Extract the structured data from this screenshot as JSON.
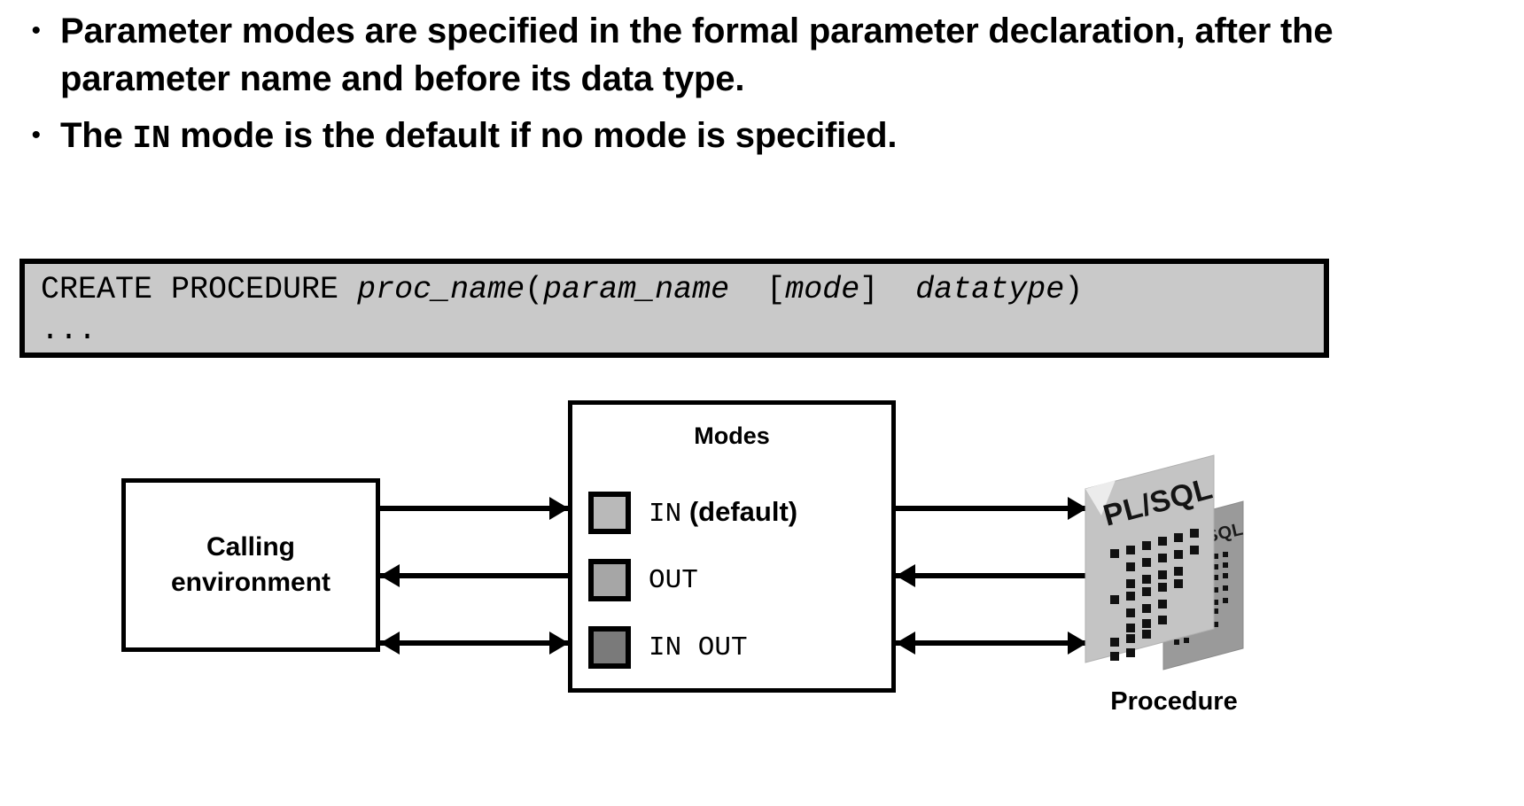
{
  "bullets": [
    {
      "marker": "•",
      "pre": "Parameter modes are specified in the formal parameter declaration, after the parameter name and before its data type.",
      "mono": "",
      "post": ""
    },
    {
      "marker": "•",
      "pre": "The ",
      "mono": "IN",
      "post": " mode is the default if no mode is specified."
    }
  ],
  "code_block": {
    "line1_part1": "CREATE PROCEDURE ",
    "line1_proc": "proc_name",
    "line1_paren_open": "(",
    "line1_param": "param_name",
    "line1_space1": "  ",
    "line1_bracket_open": "[",
    "line1_mode": "mode",
    "line1_bracket_close": "]",
    "line1_space2": "  ",
    "line1_datatype": "datatype",
    "line1_paren_close": ")",
    "line2": "...",
    "background": "#c9c9c9",
    "border_color": "#000000"
  },
  "diagram": {
    "calling_box": {
      "line1": "Calling",
      "line2": "environment"
    },
    "modes_box": {
      "title": "Modes",
      "rows": [
        {
          "label_mono": "IN",
          "label_sans": " (default)",
          "swatch_color": "#b9b9b9"
        },
        {
          "label_mono": "OUT",
          "label_sans": "",
          "swatch_color": "#a6a6a6"
        },
        {
          "label_mono": "IN OUT",
          "label_sans": "",
          "swatch_color": "#7a7a7a"
        }
      ]
    },
    "procedure": {
      "label": "Procedure",
      "sheet_text": "PL/SQL",
      "sheet_front_color": "#c4c4c4",
      "sheet_back_color": "#9a9a9a"
    },
    "arrows": [
      {
        "name": "calling-to-in",
        "direction": "right"
      },
      {
        "name": "out-to-calling",
        "direction": "left"
      },
      {
        "name": "calling-inout",
        "direction": "both"
      },
      {
        "name": "in-to-procedure",
        "direction": "right"
      },
      {
        "name": "procedure-to-out",
        "direction": "left"
      },
      {
        "name": "procedure-inout",
        "direction": "both"
      }
    ]
  }
}
